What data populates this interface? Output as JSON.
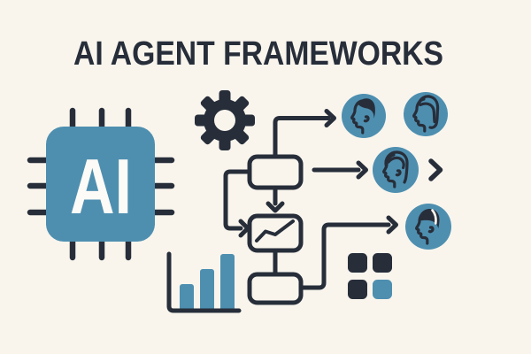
{
  "title": "AI AGENT FRAMEWORKS",
  "chip": {
    "label": "AI"
  },
  "colors": {
    "background": "#f9f5ed",
    "ink": "#272e3a",
    "accent": "#4e8fb0",
    "chip_label": "#fdfbf7"
  },
  "icons": {
    "chip": "ai-chip-icon",
    "gear": "gear-icon",
    "trend_line": "trend-line-icon",
    "bar_chart": "bar-chart-icon",
    "app_grid": "app-grid-icon",
    "chevron": "chevron-right-icon",
    "avatars": [
      "person-profile-short-hair",
      "person-profile-bob-hair",
      "person-profile-wavy-hair",
      "person-profile-curly-hair"
    ]
  }
}
